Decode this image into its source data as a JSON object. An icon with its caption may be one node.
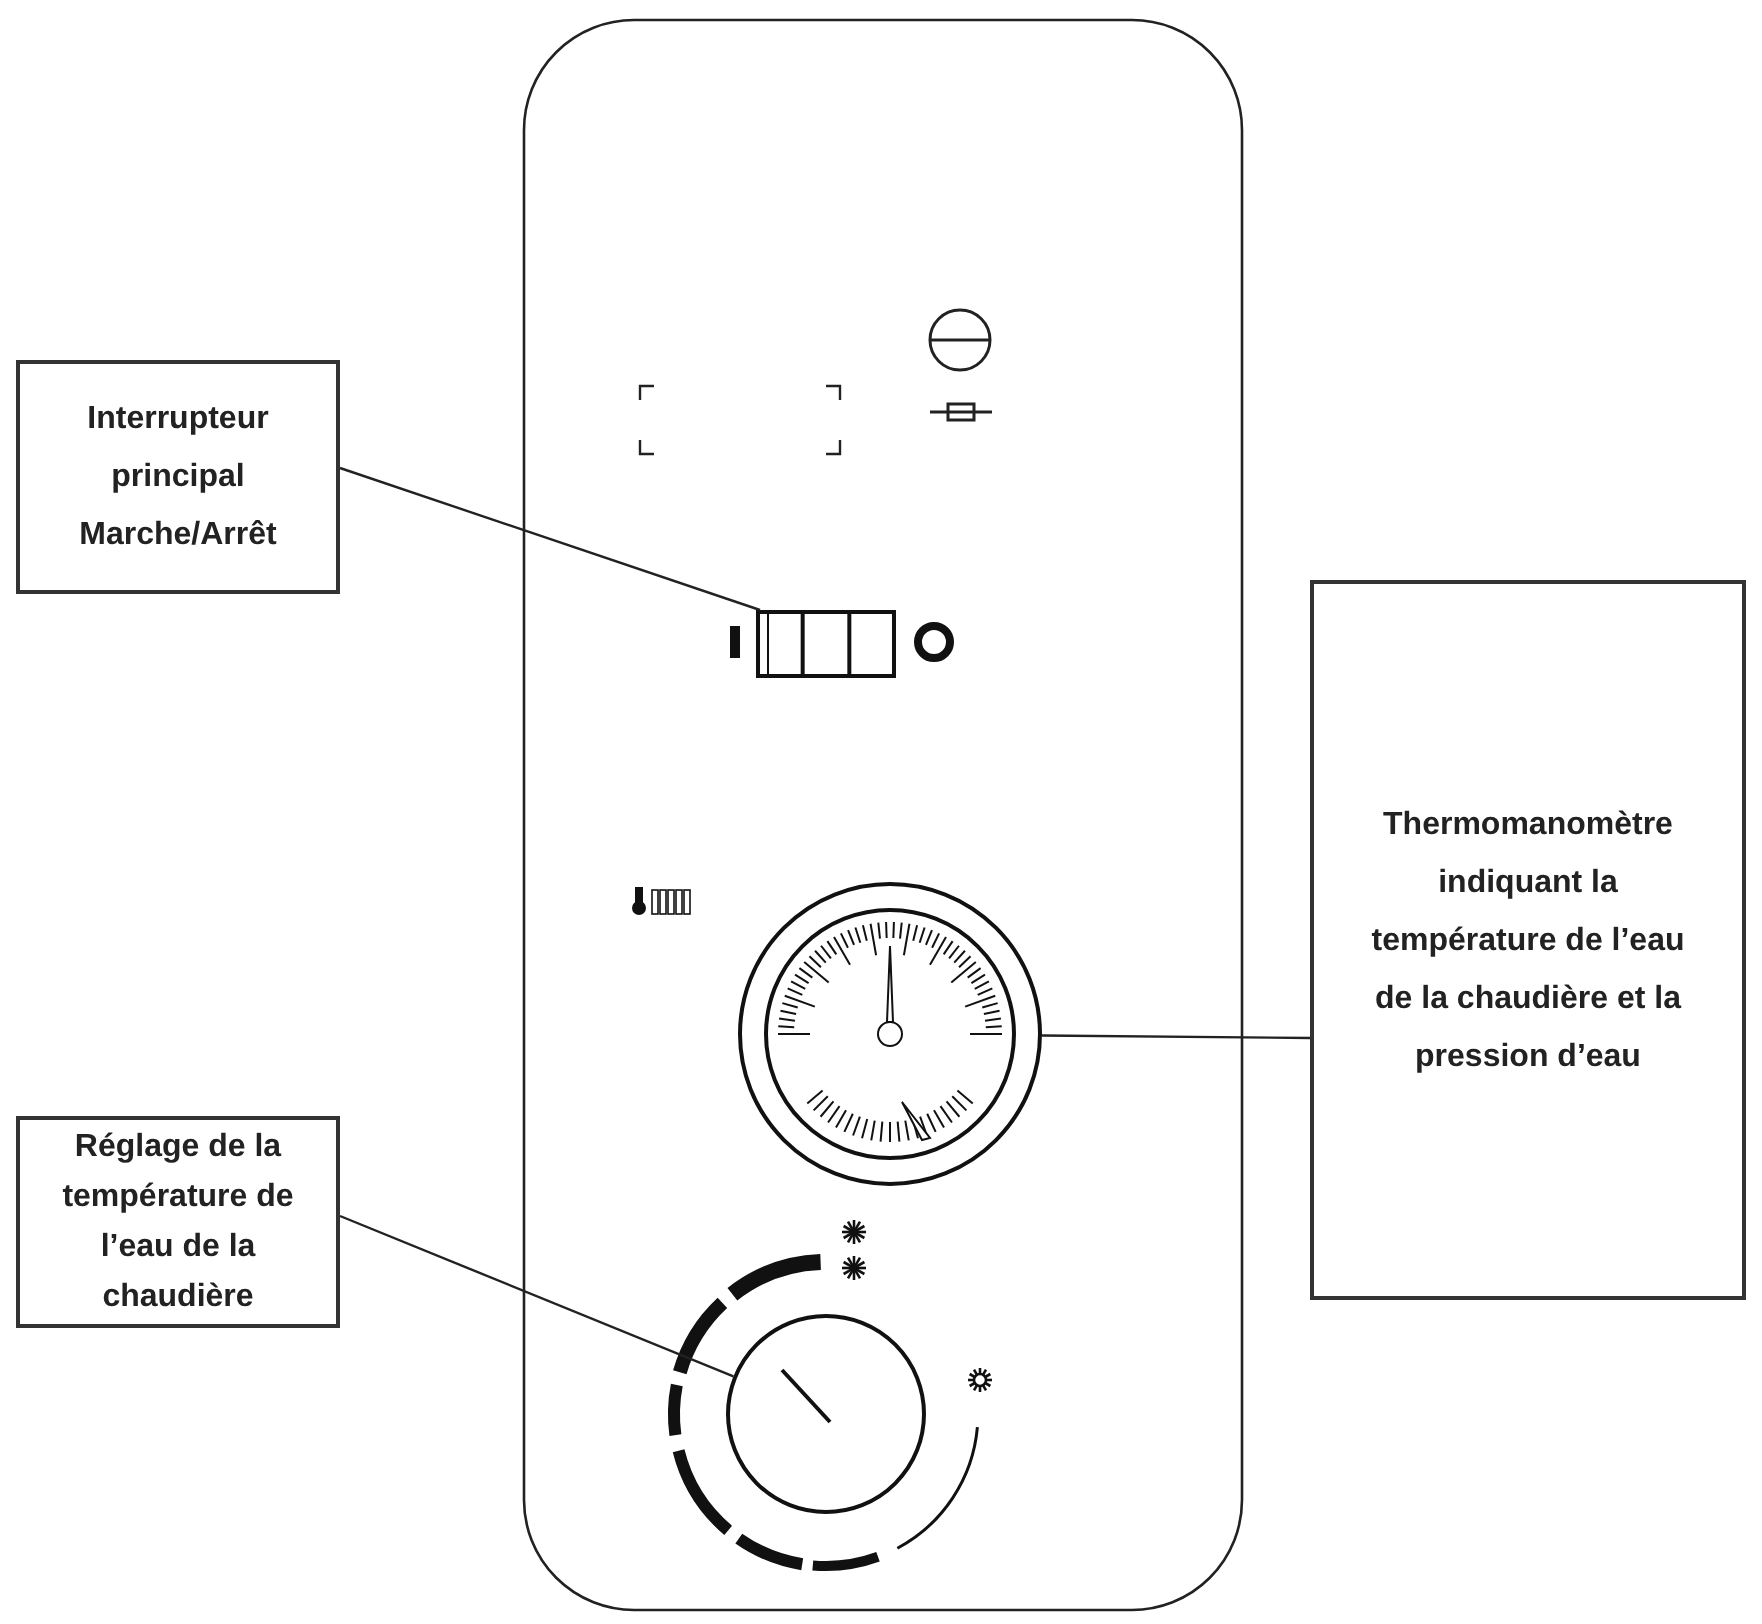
{
  "diagram": {
    "nodes": [
      {
        "text": [
          "Interrupteur principal Marche/Arrêt"
        ]
      },
      {
        "text": [],
        "shape": "box"
      },
      {
        "text": [
          "Thermomanomètre indiquant la température de l’eau de la chaudière et la pression d’eau"
        ]
      },
      {
        "text": [],
        "shape": "circle"
      },
      {
        "text": [
          "Réglage de la température de l’eau de la chaudière"
        ]
      },
      {
        "text": [],
        "shape": "circle"
      }
    ],
    "edges": [
      {
        "from": 0,
        "to": 1,
        "arrow": "none"
      },
      {
        "from": 2,
        "to": 3,
        "arrow": "none"
      },
      {
        "from": 4,
        "to": 5,
        "arrow": "none"
      }
    ]
  }
}
